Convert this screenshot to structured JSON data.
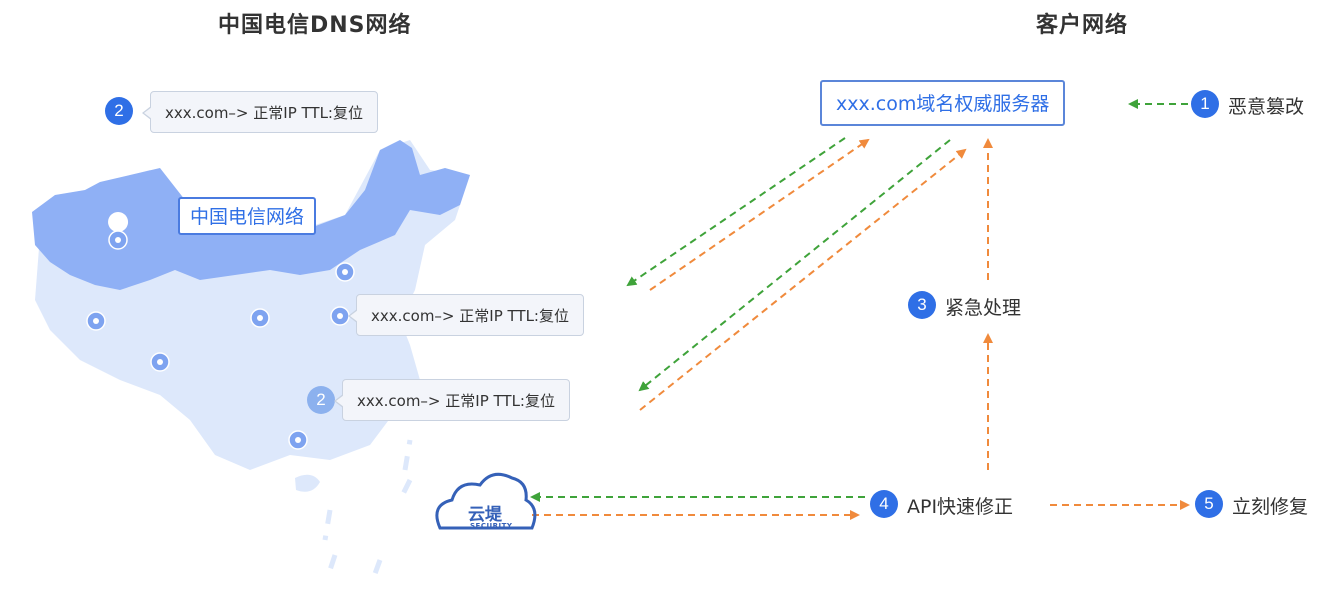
{
  "titles": {
    "left": "中国电信DNS网络",
    "right": "客户网络"
  },
  "map": {
    "label": "中国电信网络",
    "colors": {
      "dark": "#8fb0f5",
      "light": "#dde8fb",
      "pin": "#7ea3f0"
    }
  },
  "callouts": [
    {
      "text": "xxx.com–> 正常IP TTL:复位",
      "badge": "2"
    },
    {
      "text": "xxx.com–> 正常IP TTL:复位",
      "badge": ""
    },
    {
      "text": "xxx.com–> 正常IP TTL:复位",
      "badge": "2"
    }
  ],
  "server": {
    "label": "xxx.com域名权威服务器"
  },
  "steps": [
    {
      "num": "1",
      "label": "恶意篡改"
    },
    {
      "num": "3",
      "label": "紧急处理"
    },
    {
      "num": "4",
      "label": "API快速修正"
    },
    {
      "num": "5",
      "label": "立刻修复"
    }
  ],
  "logo": {
    "text": "云堤",
    "sub": "SECURITY"
  },
  "colors": {
    "green": "#3fa33a",
    "orange": "#f08a3c",
    "accent": "#2f6fe6"
  }
}
